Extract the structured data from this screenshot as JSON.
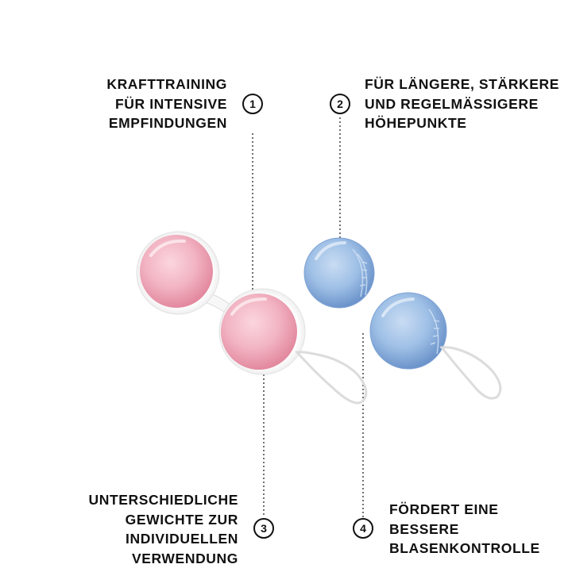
{
  "callouts": [
    {
      "number": "1",
      "lines": [
        "KRAFTTRAINING",
        "FÜR INTENSIVE",
        "EMPFINDUNGEN"
      ]
    },
    {
      "number": "2",
      "lines": [
        "FÜR LÄNGERE, STÄRKERE",
        "UND REGELMÄSSIGERE",
        "HÖHEPUNKTE"
      ]
    },
    {
      "number": "3",
      "lines": [
        "UNTERSCHIEDLICHE",
        "GEWICHTE ZUR",
        "INDIVIDUELLEN",
        "VERWENDUNG"
      ]
    },
    {
      "number": "4",
      "lines": [
        "FÖRDERT EINE",
        "BESSERE",
        "BLASENKONTROLLE"
      ]
    }
  ],
  "colors": {
    "pink_ball": "#f2b4c3",
    "pink_ball_shade": "#e68aa1",
    "blue_ball": "#9fc0e6",
    "blue_ball_shade": "#6f98cf",
    "casing": "#f4f4f4",
    "text": "#111111"
  }
}
